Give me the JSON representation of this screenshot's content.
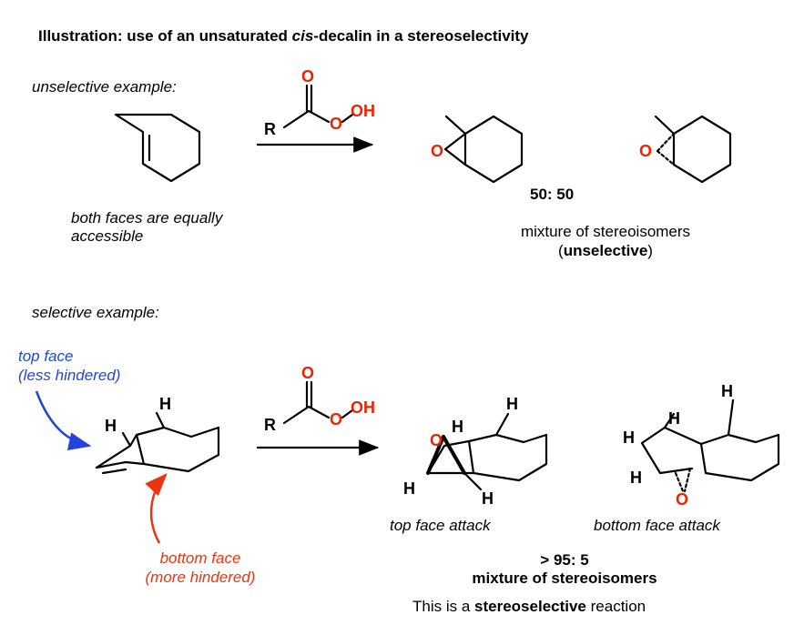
{
  "title": {
    "prefix": "Illustration: use of an unsaturated ",
    "italic": "cis",
    "suffix": "-decalin in a stereoselectivity"
  },
  "unselective": {
    "heading": "unselective example:",
    "note_line1": "both faces are equally",
    "note_line2": "accessible",
    "ratio": "50: 50",
    "result_line1": "mixture of stereoisomers",
    "result_open": "(",
    "result_bold": "unselective",
    "result_close": ")"
  },
  "selective": {
    "heading": "selective example:",
    "top_face_line1": "top face",
    "top_face_line2": "(less hindered)",
    "bottom_face_line1": "bottom face",
    "bottom_face_line2": "(more hindered)",
    "top_attack": "top face attack",
    "bottom_attack": "bottom face attack",
    "ratio": "> 95: 5",
    "ratio_line2": "mixture of stereoisomers",
    "conclusion_prefix": "This is a ",
    "conclusion_bold": "stereoselective",
    "conclusion_suffix": " reaction"
  },
  "atoms": {
    "O": "O",
    "OH": "OH",
    "R": "R",
    "H": "H"
  },
  "colors": {
    "oxygen": "#ee2200",
    "top_face": "#2244dd",
    "bottom_face": "#ee3311"
  }
}
